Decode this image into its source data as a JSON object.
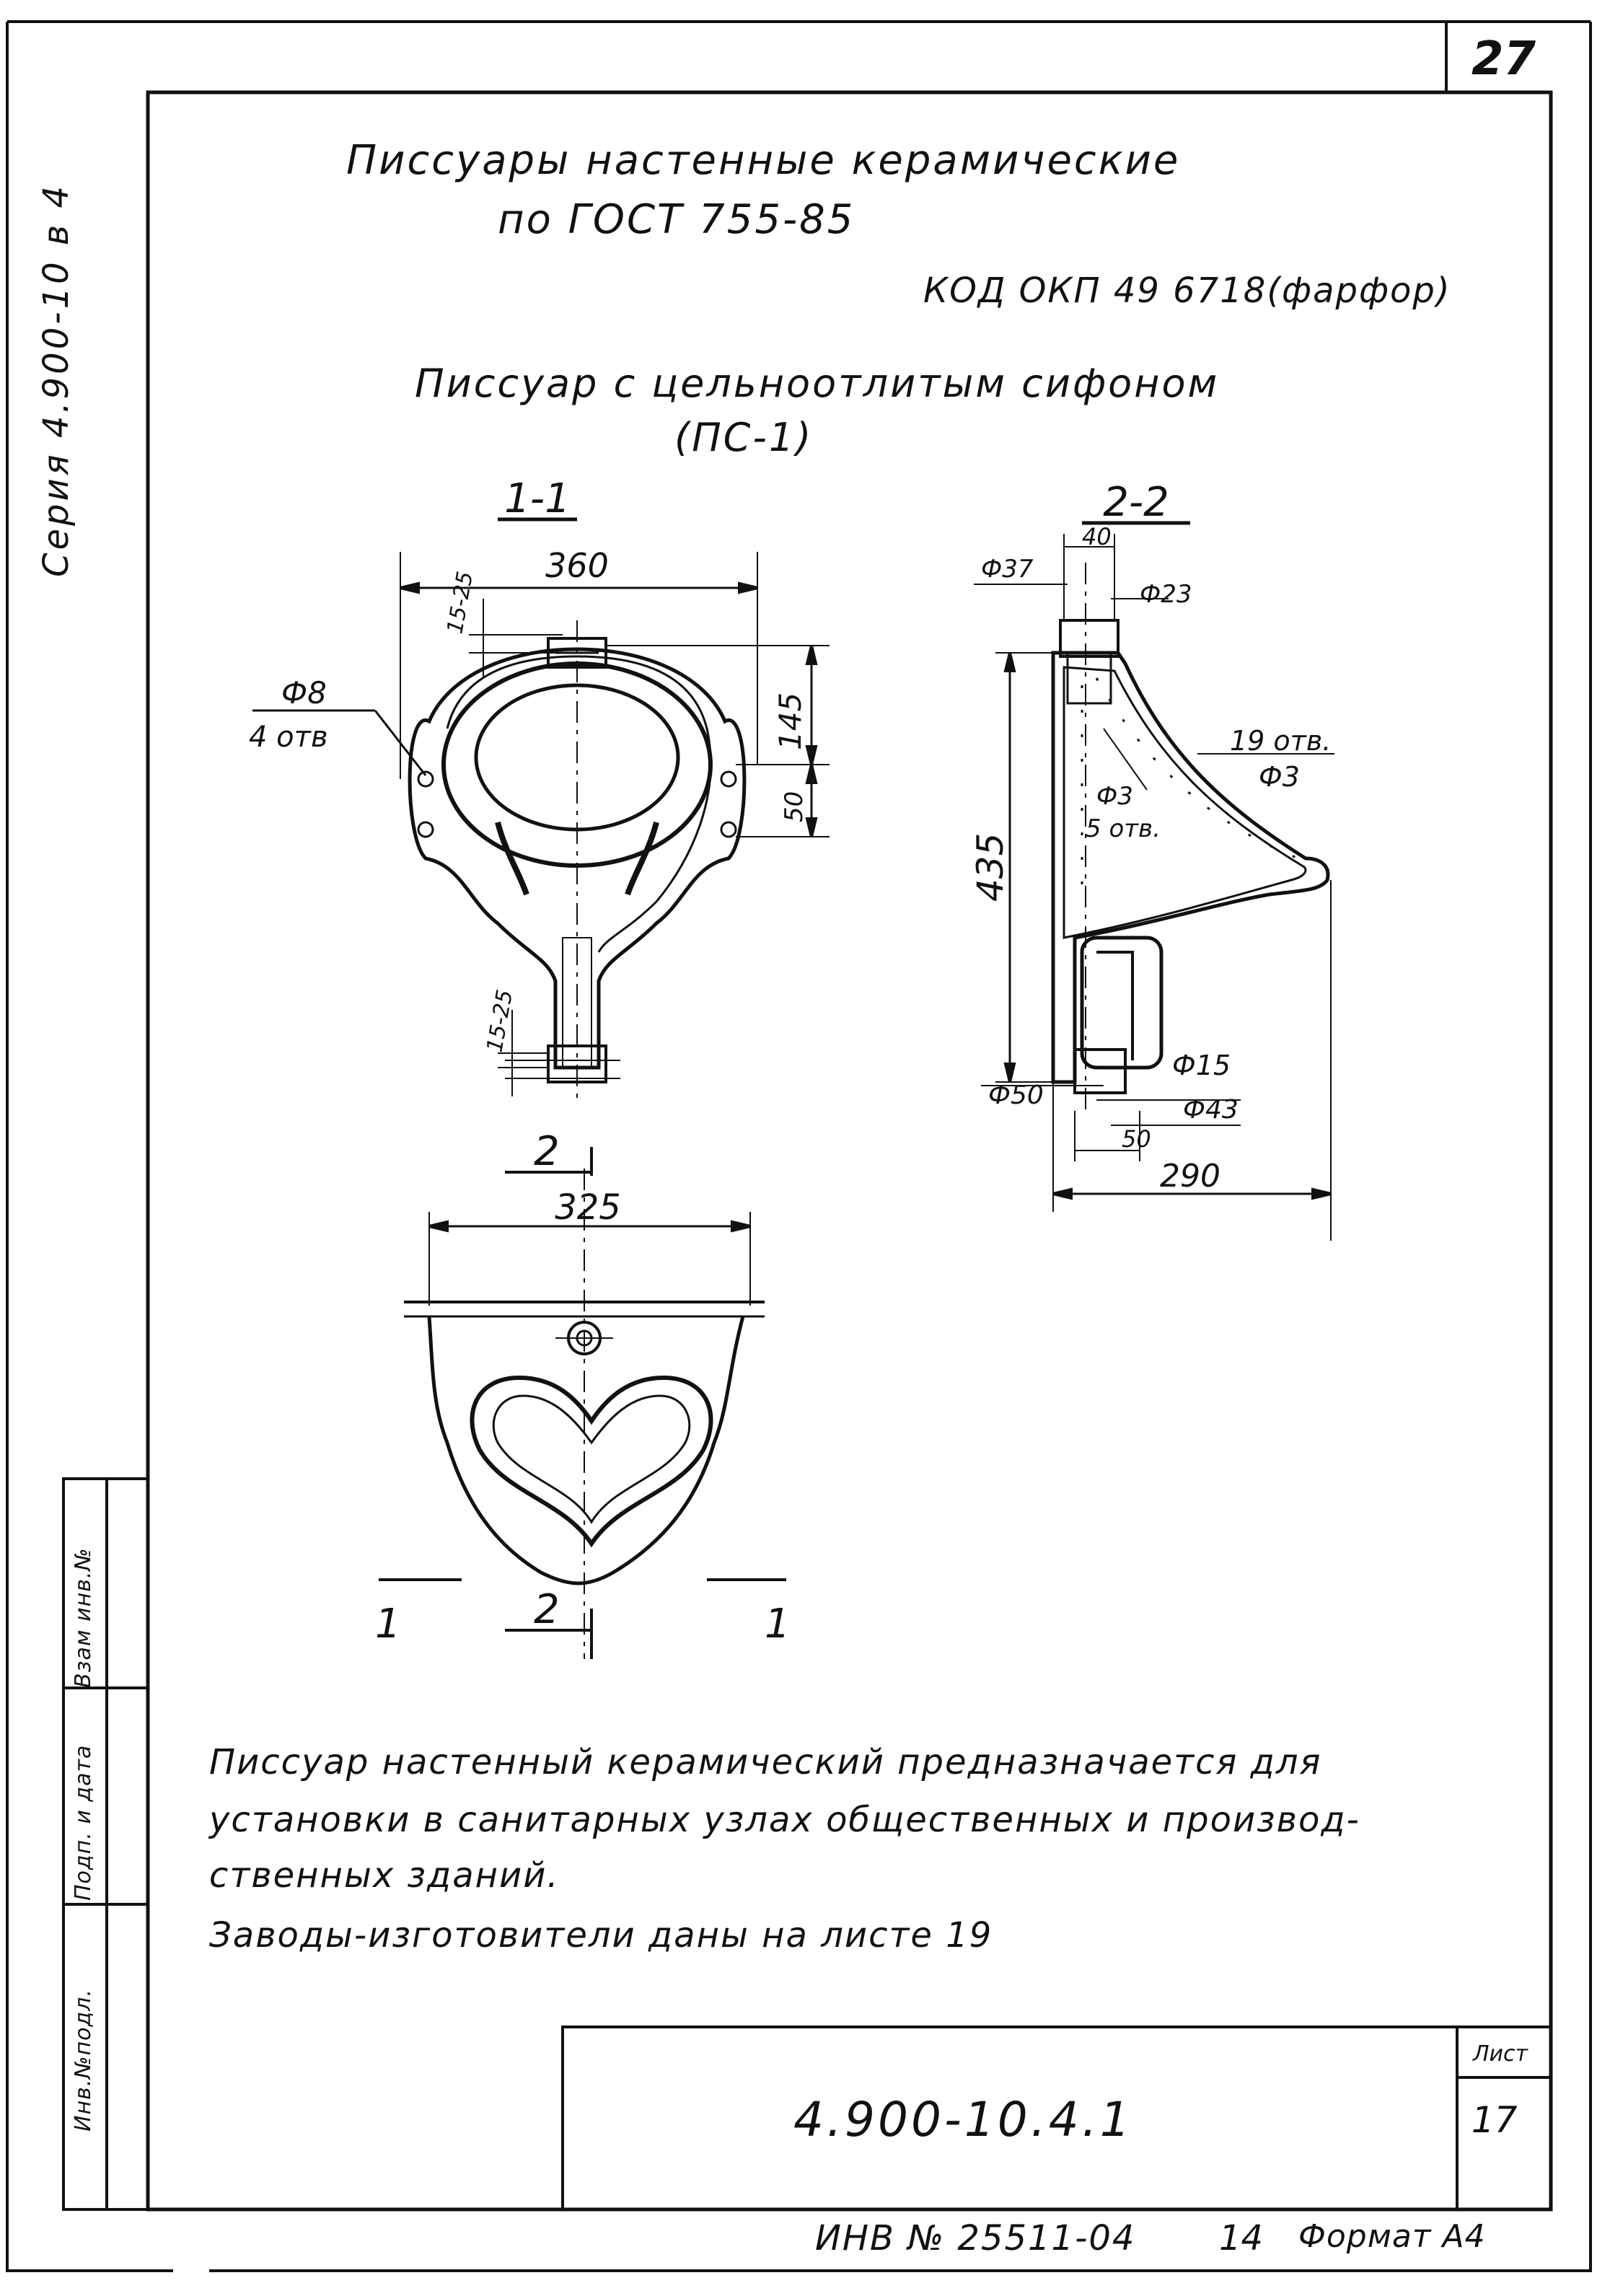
{
  "sheet": {
    "corner_number": "27",
    "series_label": "Серия 4.900-10 в 4"
  },
  "header": {
    "title_line1": "Писсуары настенные керамические",
    "title_line2": "по ГОСТ 755-85",
    "okp_code": "КОД ОКП 49 6718(фарфор)"
  },
  "product": {
    "name": "Писсуар с цельноотлитым сифоном",
    "model": "(ПС-1)"
  },
  "views": {
    "section_1_1": {
      "label": "1-1",
      "dim_width": "360",
      "dim_top_range": "15-25",
      "dim_height": "145",
      "dim_mount": "50",
      "hole_dia": "Ф8",
      "hole_count": "4 отв",
      "dim_bottom_range": "15-25"
    },
    "section_2_2": {
      "label": "2-2",
      "dim_top": "40",
      "dia_37": "Ф37",
      "dia_23": "Ф23",
      "holes_19": "19 отв.",
      "holes_19_dia": "Ф3",
      "holes_5_dia": "Ф3",
      "holes_5": "5 отв.",
      "dim_height": "435",
      "dia_15": "Ф15",
      "dia_50": "Ф50",
      "dia_43": "Ф43",
      "dim_outlet": "50",
      "dim_depth": "290"
    },
    "plan_view": {
      "cut_top": "2",
      "dim_width": "325",
      "cut_bottom": "2",
      "cut_left": "1",
      "cut_right": "1"
    }
  },
  "description": {
    "line1": "Писсуар настенный керамический предназначается для",
    "line2": "установки в санитарных узлах общественных и производ-",
    "line3": "ственных зданий.",
    "line4": "Заводы-изготовители даны на листе 19"
  },
  "side_stamp": {
    "cell1": "Взам инв.№",
    "cell2": "Подп. и дата",
    "cell3": "Инв.№подл."
  },
  "title_block": {
    "document_code": "4.900-10.4.1",
    "sheet_label": "Лист",
    "sheet_number": "17"
  },
  "footer": {
    "inventory": "ИНВ № 25511-04",
    "number": "14",
    "format": "Формат А4"
  }
}
